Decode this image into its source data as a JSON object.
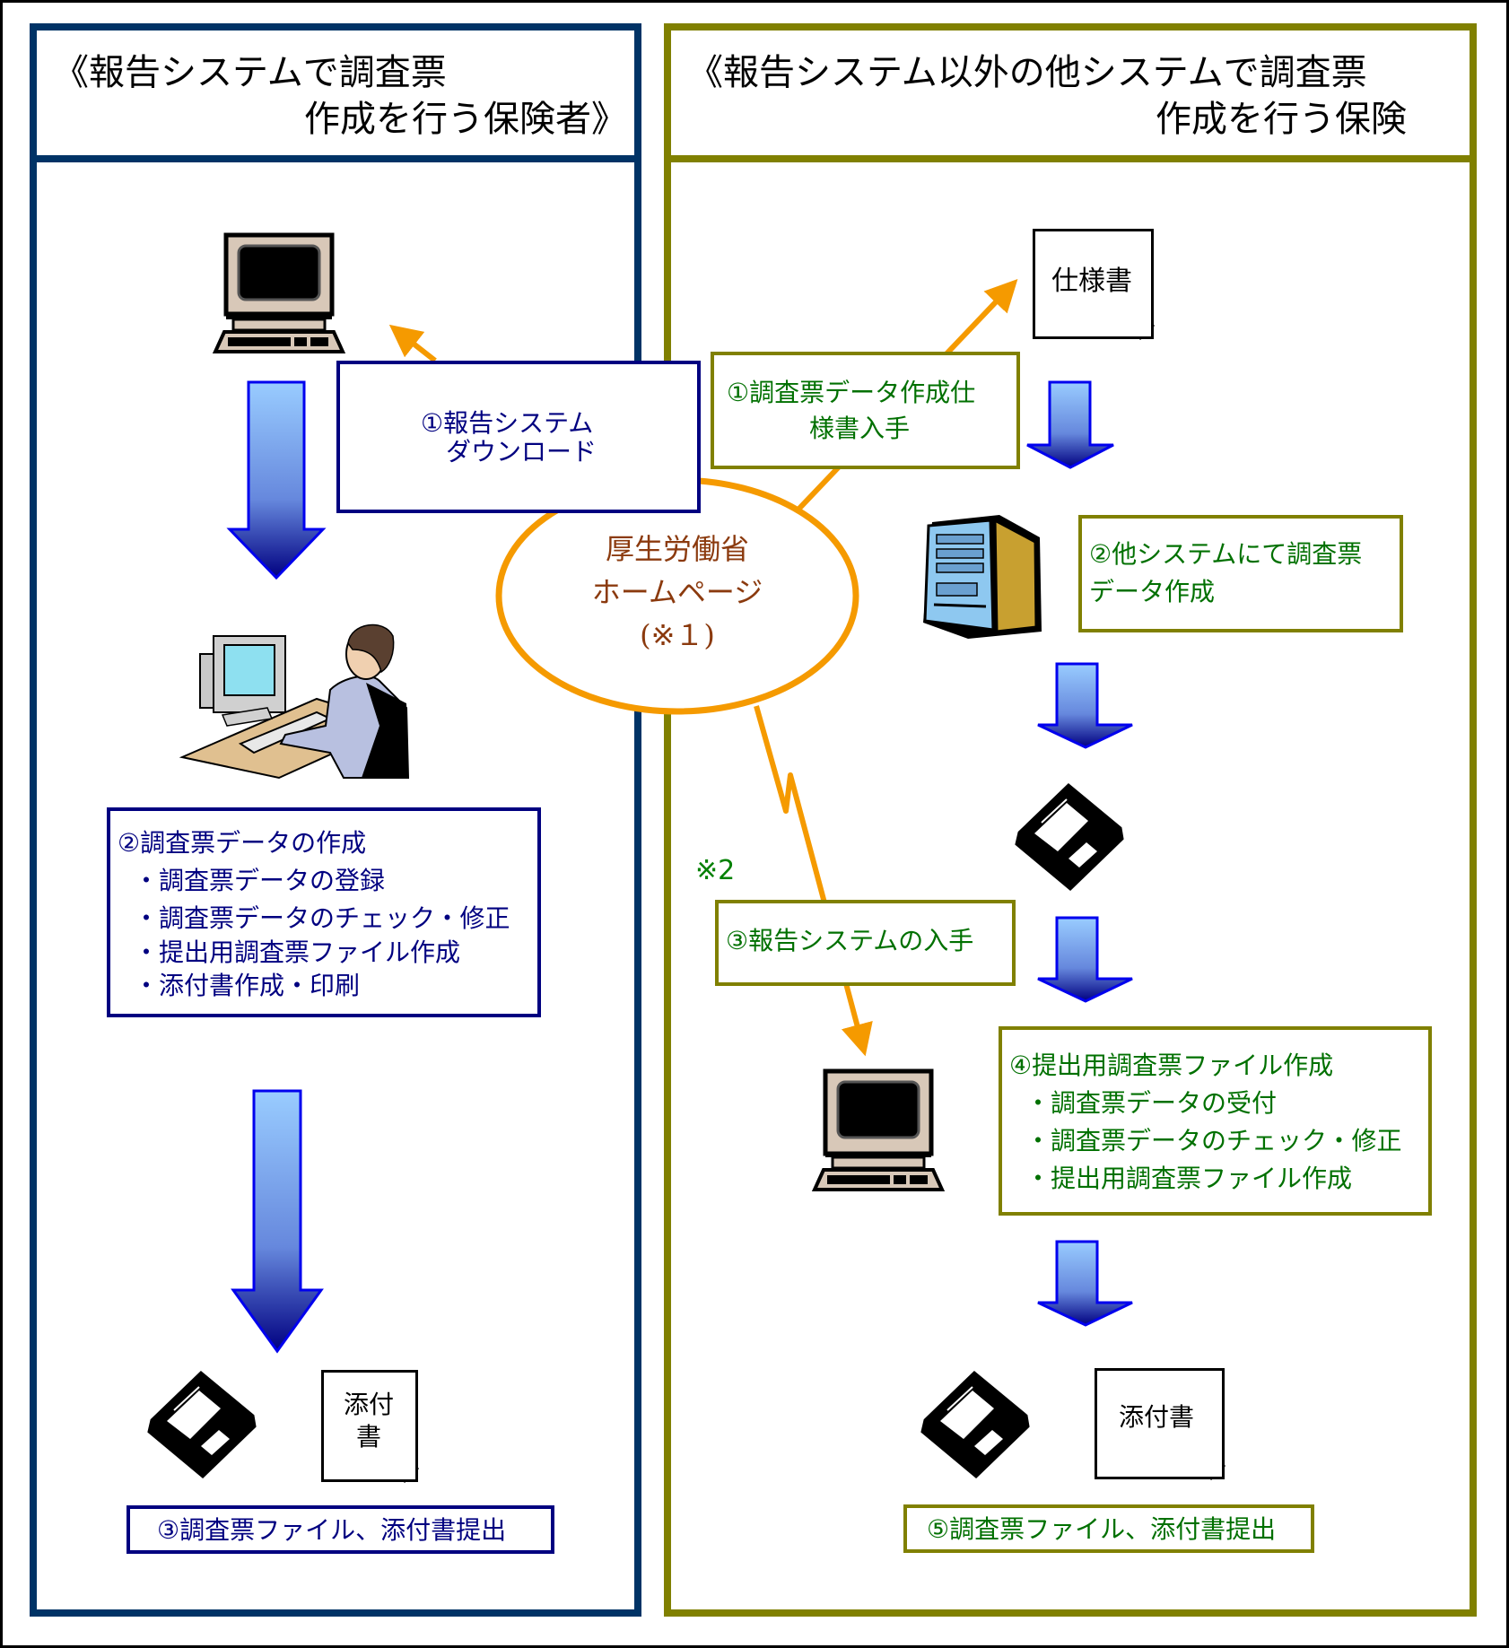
{
  "left_panel": {
    "title_line1": "《報告システムで調査票",
    "title_line2": "作成を行う保険者》",
    "border_color": "#003366",
    "download_box": {
      "line1": "①報告システム",
      "line2": "ダウンロード"
    },
    "step2_box": {
      "heading": "②調査票データの作成",
      "items": [
        "・調査票データの登録",
        "・調査票データのチェック・修正",
        "・提出用調査票ファイル作成",
        "・添付書作成・印刷"
      ]
    },
    "attachment_doc": {
      "line1": "添付",
      "line2": "書"
    },
    "step3_box": "③調査票ファイル、添付書提出"
  },
  "right_panel": {
    "title_line1": "《報告システム以外の他システムで調査票",
    "title_line2": "作成を行う保険",
    "border_color": "#808000",
    "spec_doc": "仕様書",
    "step1_box": {
      "line1": "①調査票データ作成仕",
      "line2": "様書入手"
    },
    "step2_box": {
      "line1": "②他システムにて調査票",
      "line2": "データ作成"
    },
    "note2": "※2",
    "step3_box": "③報告システムの入手",
    "step4_box": {
      "heading": "④提出用調査票ファイル作成",
      "items": [
        "・調査票データの受付",
        "・調査票データのチェック・修正",
        "・提出用調査票ファイル作成"
      ]
    },
    "attachment_doc": "添付書",
    "step5_box": "⑤調査票ファイル、添付書提出"
  },
  "hub": {
    "line1": "厚生労働省",
    "line2": "ホームページ",
    "line3": "(※１)",
    "color": "#F59A00"
  }
}
